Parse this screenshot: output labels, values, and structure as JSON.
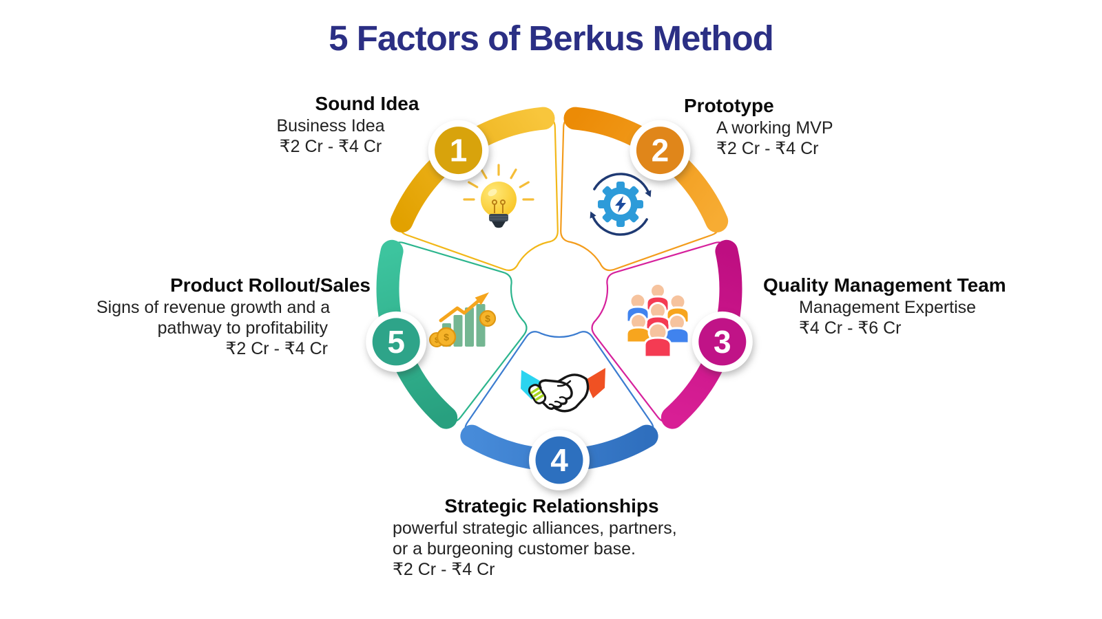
{
  "title": {
    "text": "5 Factors of Berkus Method",
    "color": "#2B2F84"
  },
  "segments": [
    {
      "num": "1",
      "title": "Sound Idea",
      "lines": [
        "Business Idea",
        "₹2 Cr - ₹4 Cr"
      ],
      "icon": "lightbulb-icon",
      "colors": {
        "arc_light": "#F8C63C",
        "arc_dark": "#E2A100",
        "badge": "#D8A30C",
        "outline": "#F2B718"
      }
    },
    {
      "num": "2",
      "title": "Prototype",
      "lines": [
        "A working MVP",
        "₹2 Cr - ₹4 Cr"
      ],
      "icon": "process-gear-icon",
      "colors": {
        "arc_light": "#F7AC33",
        "arc_dark": "#EC8B06",
        "badge": "#E0861A",
        "outline": "#F39C1C"
      }
    },
    {
      "num": "3",
      "title": "Quality Management Team",
      "lines": [
        "Management Expertise",
        "₹4 Cr - ₹6 Cr"
      ],
      "icon": "team-icon",
      "colors": {
        "arc_light": "#D81F95",
        "arc_dark": "#BE0E81",
        "badge": "#C01387",
        "outline": "#D6219C"
      }
    },
    {
      "num": "4",
      "title": "Strategic Relationships",
      "lines": [
        "powerful strategic alliances, partners,",
        "or a burgeoning customer base.",
        "₹2 Cr - ₹4 Cr"
      ],
      "icon": "handshake-icon",
      "colors": {
        "arc_light": "#478BD9",
        "arc_dark": "#2F6FBE",
        "badge": "#2D70BF",
        "outline": "#3B7CD0"
      }
    },
    {
      "num": "5",
      "title": "Product Rollout/Sales",
      "lines": [
        "Signs of revenue growth and a",
        "pathway to profitability",
        "₹2 Cr - ₹4 Cr"
      ],
      "icon": "growth-chart-icon",
      "colors": {
        "arc_light": "#3DC49E",
        "arc_dark": "#28A07F",
        "badge": "#2EA489",
        "outline": "#2CB58D"
      }
    }
  ]
}
